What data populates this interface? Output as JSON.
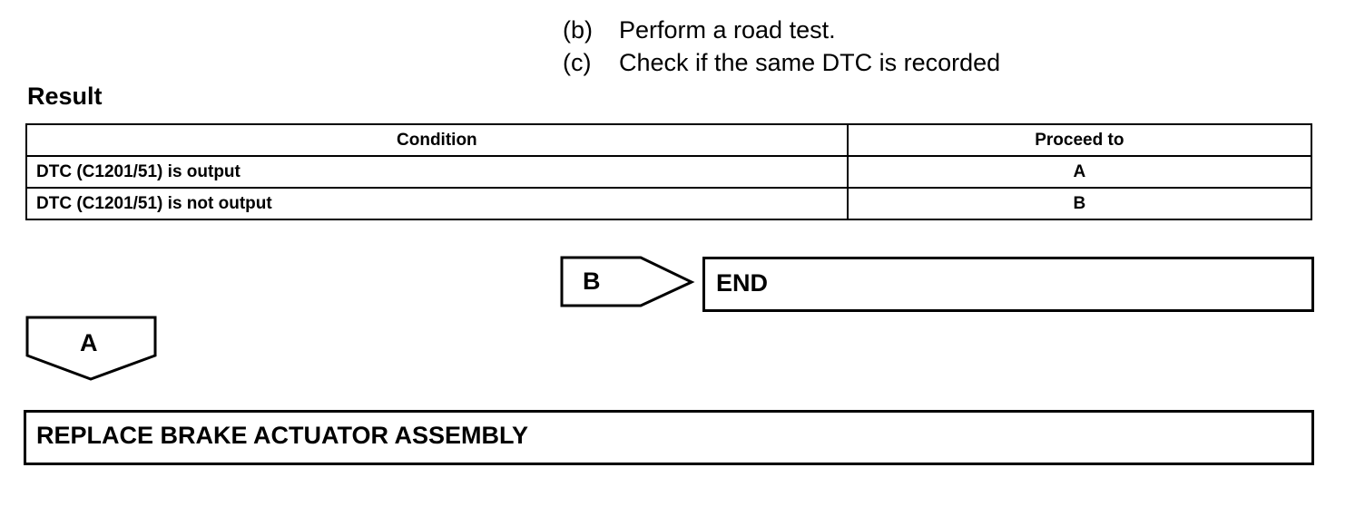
{
  "steps": [
    {
      "marker": "(b)",
      "text": "Perform a road test."
    },
    {
      "marker": "(c)",
      "text": "Check if the same DTC is recorded"
    }
  ],
  "result": {
    "heading": "Result",
    "columns": [
      "Condition",
      "Proceed to"
    ],
    "rows": [
      {
        "condition": "DTC (C1201/51) is output",
        "proceed": "A"
      },
      {
        "condition": "DTC (C1201/51) is not output",
        "proceed": "B"
      }
    ]
  },
  "flow": {
    "branch_b": {
      "label": "B",
      "target": "END"
    },
    "branch_a": {
      "label": "A",
      "target": "REPLACE BRAKE ACTUATOR ASSEMBLY"
    }
  }
}
